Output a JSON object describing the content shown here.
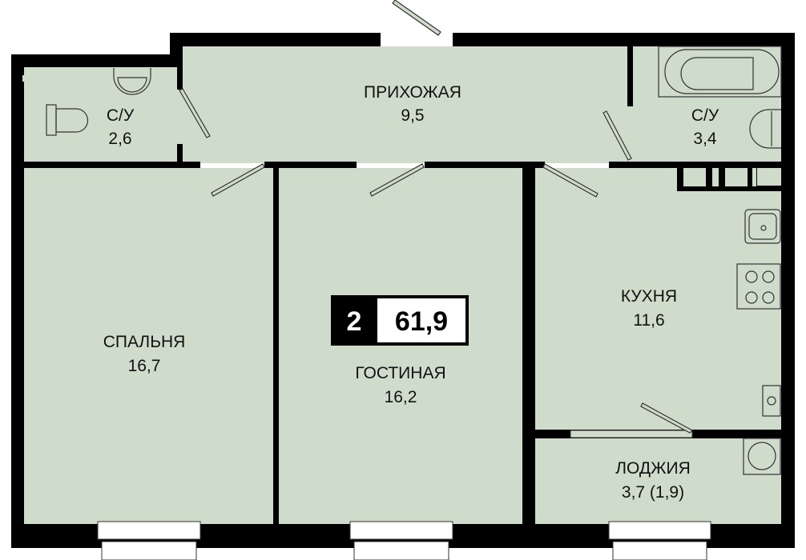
{
  "plan": {
    "rooms_count": "2",
    "total_area": "61,9",
    "fill_color": "#d0dccb",
    "wall_color": "#000000",
    "rooms": {
      "hallway": {
        "name": "ПРИХОЖАЯ",
        "area": "9,5"
      },
      "bath1": {
        "name": "С/У",
        "area": "2,6"
      },
      "bath2": {
        "name": "С/У",
        "area": "3,4"
      },
      "bedroom": {
        "name": "СПАЛЬНЯ",
        "area": "16,7"
      },
      "living": {
        "name": "ГОСТИНАЯ",
        "area": "16,2"
      },
      "kitchen": {
        "name": "КУХНЯ",
        "area": "11,6"
      },
      "loggia": {
        "name": "ЛОДЖИЯ",
        "area": "3,7 (1,9)"
      }
    }
  }
}
